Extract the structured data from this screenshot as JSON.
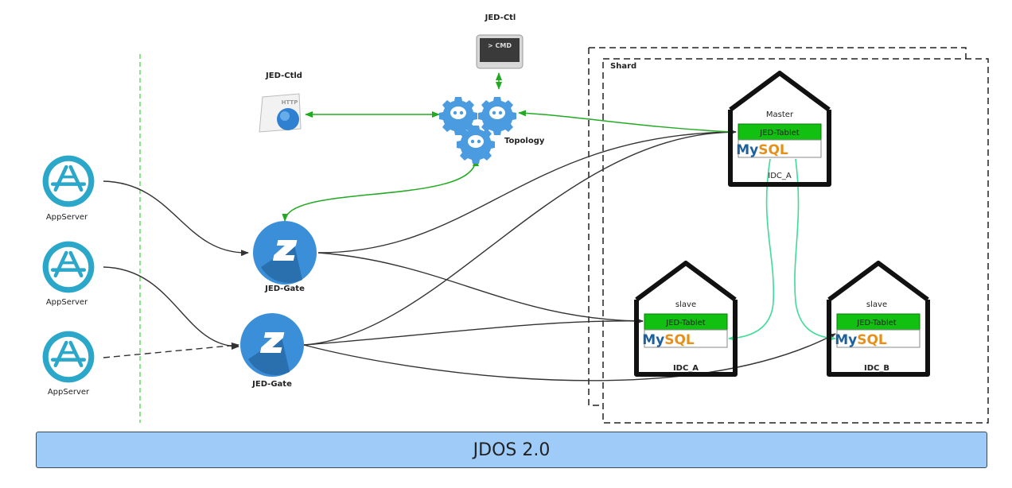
{
  "diagram": {
    "platform": {
      "label": "JDOS 2.0",
      "color": "#9ecbf8"
    },
    "control": {
      "jed_ctl": {
        "label": "JED-Ctl",
        "icon": "terminal-cmd-icon",
        "icon_text": "> CMD"
      },
      "jed_ctld": {
        "label": "JED-Ctld",
        "icon": "http-document-icon",
        "icon_text": "HTTP"
      },
      "topology": {
        "label": "Topology",
        "icon": "gear-cluster-icon"
      }
    },
    "app_servers": [
      {
        "label": "AppServer",
        "icon": "app-store-icon"
      },
      {
        "label": "AppServer",
        "icon": "app-store-icon"
      },
      {
        "label": "AppServer",
        "icon": "app-store-icon"
      }
    ],
    "gates": [
      {
        "label": "JED-Gate",
        "icon": "gate-z-icon"
      },
      {
        "label": "JED-Gate",
        "icon": "gate-z-icon"
      }
    ],
    "shard": {
      "label": "Shard",
      "nodes": [
        {
          "role": "Master",
          "tablet": "JED-Tablet",
          "db": "MySQL",
          "idc": "IDC_A"
        },
        {
          "role": "slave",
          "tablet": "JED-Tablet",
          "db": "MySQL",
          "idc": "IDC_A"
        },
        {
          "role": "slave",
          "tablet": "JED-Tablet",
          "db": "MySQL",
          "idc": "IDC_B"
        }
      ]
    },
    "colors": {
      "control_link": "#22aa22",
      "replication_link": "#3ddc97",
      "data_link": "#333333",
      "icon_blue": "#4a9be0",
      "tablet_green": "#11c011"
    }
  }
}
